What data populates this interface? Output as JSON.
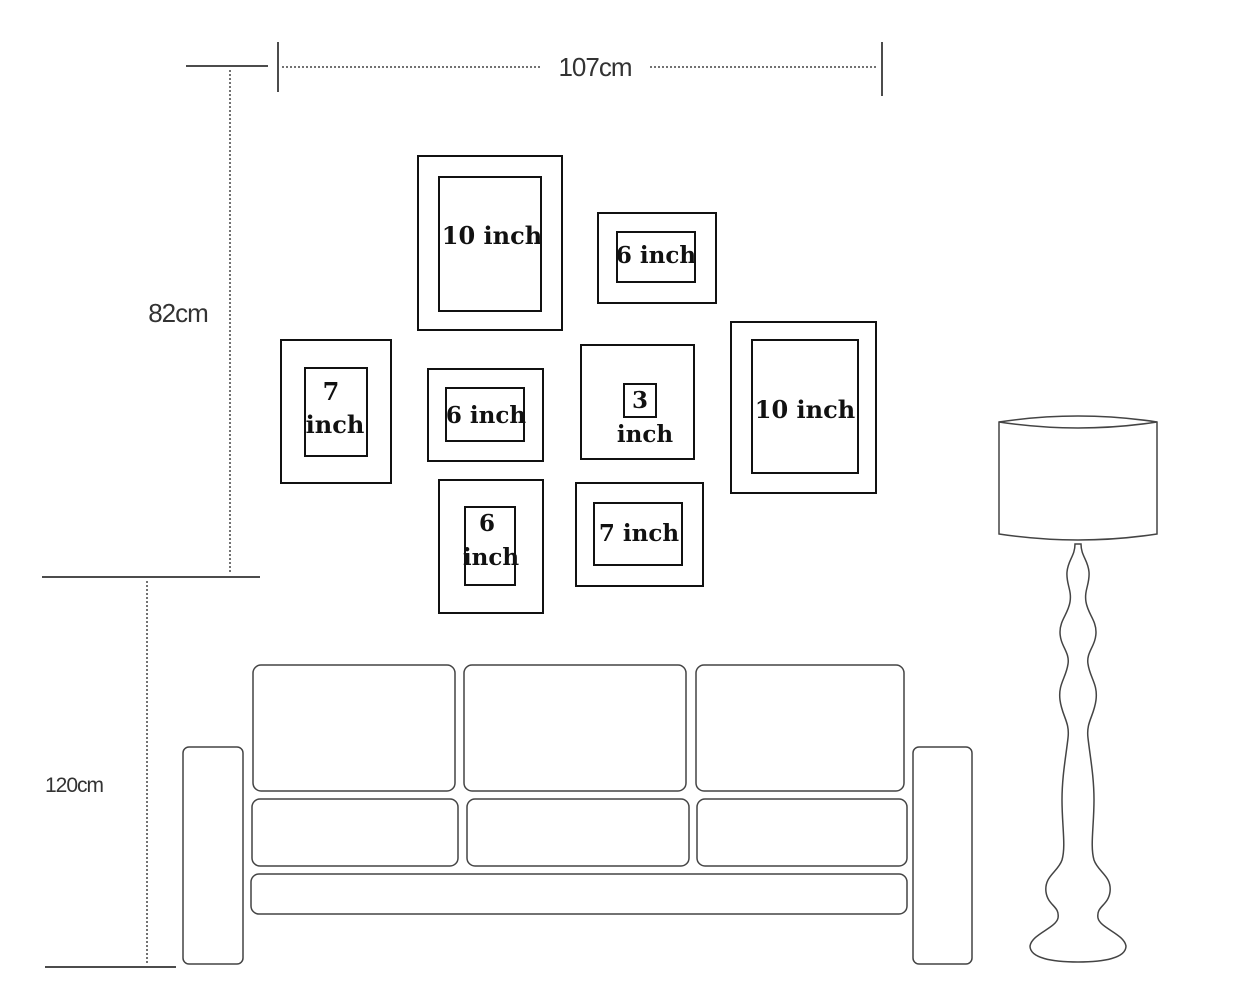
{
  "dimensions": {
    "width_label": "107cm",
    "height_label": "82cm",
    "floor_label": "120cm"
  },
  "frames": [
    {
      "id": "a",
      "label_lines": [
        "10 inch"
      ]
    },
    {
      "id": "b",
      "label_lines": [
        "6 inch"
      ]
    },
    {
      "id": "c",
      "label_lines": [
        "7",
        "inch"
      ]
    },
    {
      "id": "d",
      "label_lines": [
        "6 inch"
      ]
    },
    {
      "id": "e",
      "label_lines": [
        "3",
        "inch"
      ]
    },
    {
      "id": "f",
      "label_lines": [
        "10 inch"
      ]
    },
    {
      "id": "g",
      "label_lines": [
        "6",
        "inch"
      ]
    },
    {
      "id": "h",
      "label_lines": [
        "7 inch"
      ]
    }
  ]
}
